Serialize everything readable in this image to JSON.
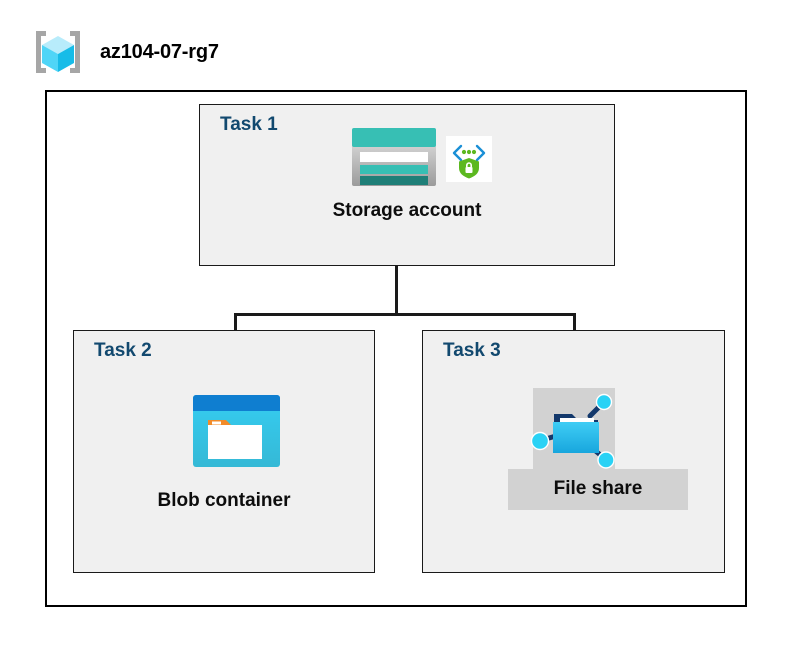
{
  "diagram": {
    "type": "azure-architecture",
    "resource_group": {
      "name": "az104-07-rg7",
      "icon": "resource-group-cube-icon"
    },
    "tasks": [
      {
        "id": "task-1",
        "label": "Task 1",
        "node_label": "Storage account",
        "icons": [
          "storage-account-icon",
          "secure-transfer-shield-icon"
        ]
      },
      {
        "id": "task-2",
        "label": "Task 2",
        "node_label": "Blob container",
        "icons": [
          "blob-container-icon"
        ]
      },
      {
        "id": "task-3",
        "label": "Task 3",
        "node_label": "File share",
        "icons": [
          "file-share-icon"
        ]
      }
    ],
    "connections": [
      {
        "from": "task-1",
        "to": "task-2"
      },
      {
        "from": "task-1",
        "to": "task-3"
      }
    ],
    "colors": {
      "task_label": "#12496f",
      "node_label": "#0d0d0d",
      "task_fill": "#f0f0f0",
      "border": "#1a1a1a",
      "canvas": "#ffffff",
      "storage_teal": "#37bfb4",
      "storage_teal_dark": "#1f7f78",
      "blob_blue": "#0f7ed0",
      "blob_cyan": "#32c8ee",
      "blob_orange": "#f28b29",
      "shield_green": "#5cb820",
      "fileshare_plate": "#d2d2d2",
      "cube_cyan": "#32c8f0"
    }
  }
}
